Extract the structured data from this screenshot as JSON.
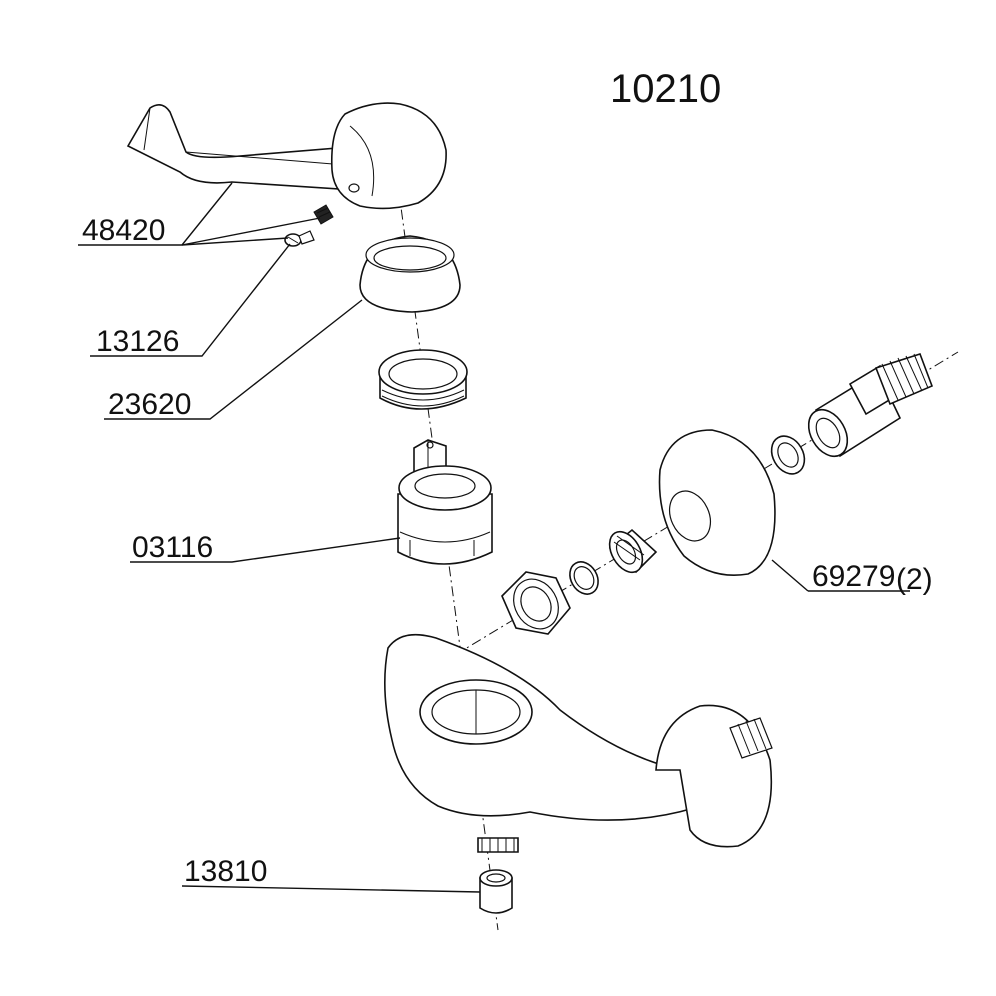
{
  "diagram": {
    "model_number": "10210",
    "parts": [
      {
        "id": "handle-lever",
        "label": "48420"
      },
      {
        "id": "escutcheon-cap",
        "label": "13126"
      },
      {
        "id": "retaining-nut",
        "label": "23620"
      },
      {
        "id": "cartridge",
        "label": "03116"
      },
      {
        "id": "wall-flange-kit",
        "label": "69279",
        "qty_label": "(2)"
      },
      {
        "id": "outlet-adapter",
        "label": "13810"
      }
    ]
  }
}
